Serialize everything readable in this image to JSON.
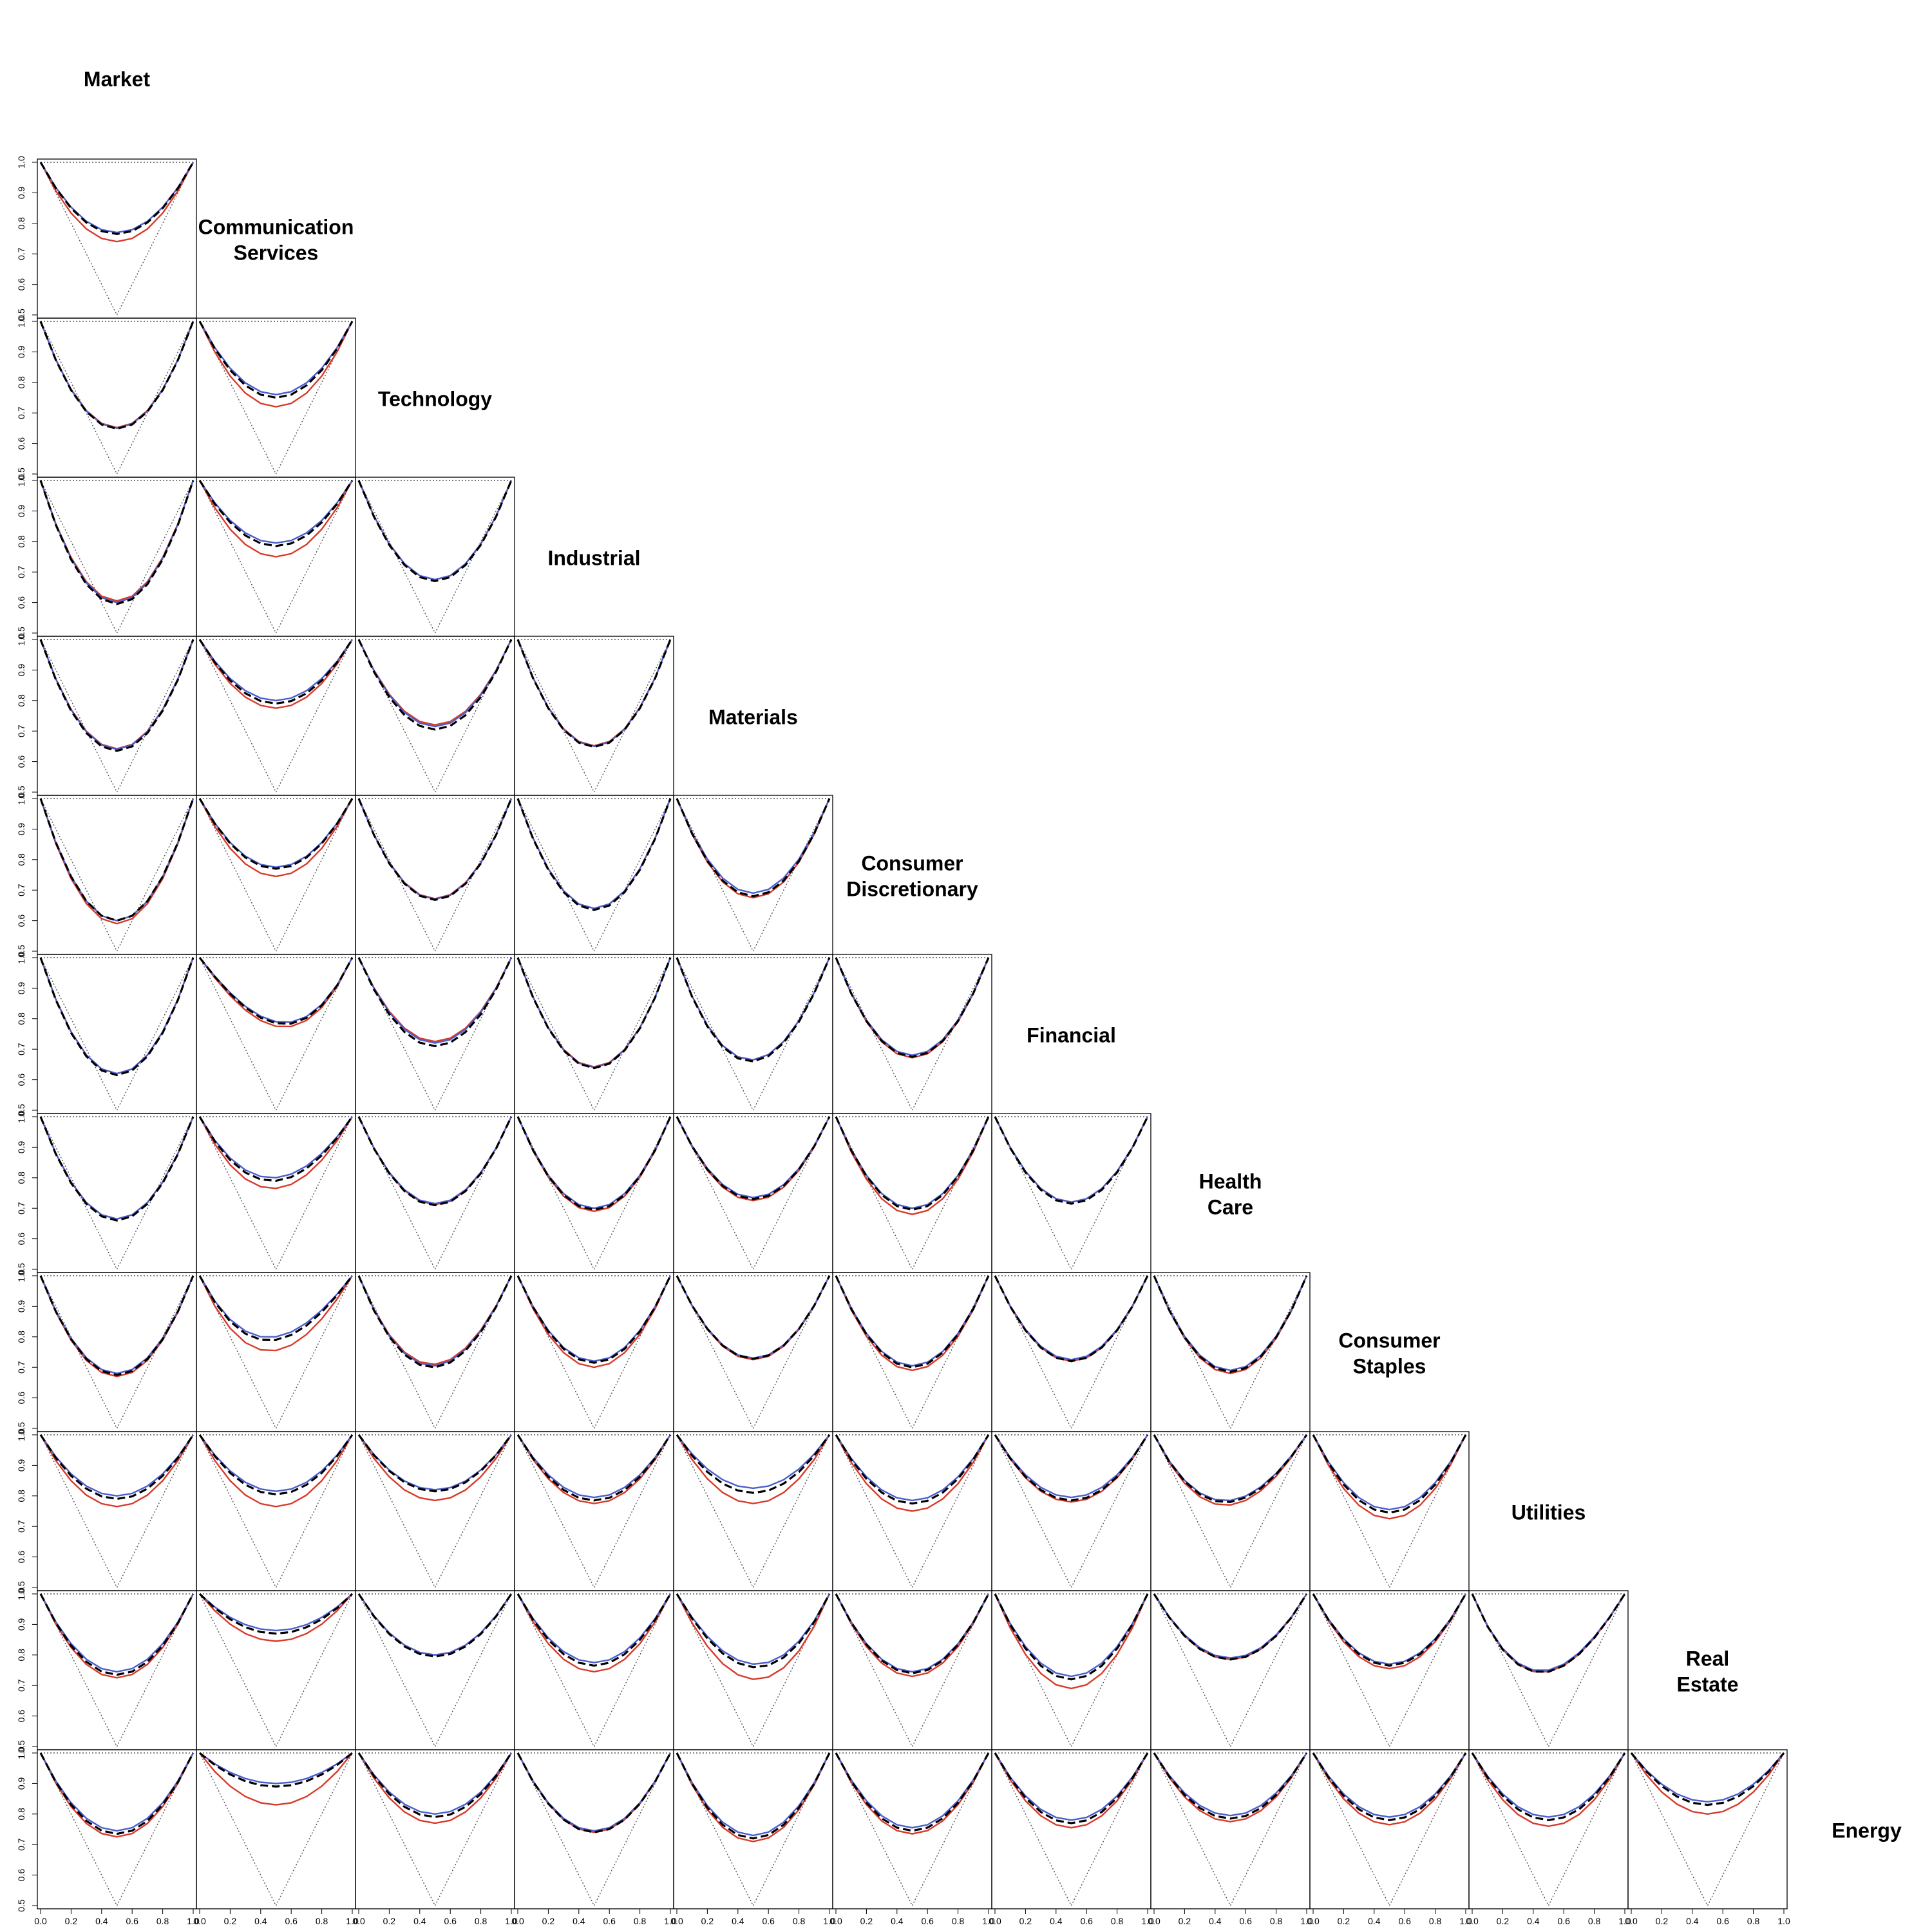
{
  "chart_data": {
    "type": "line",
    "layout": "lower-triangular pairs matrix",
    "sectors": [
      [
        "Market"
      ],
      [
        "Communication",
        "Services"
      ],
      [
        "Technology"
      ],
      [
        "Industrial"
      ],
      [
        "Materials"
      ],
      [
        "Consumer",
        "Discretionary"
      ],
      [
        "Financial"
      ],
      [
        "Health",
        "Care"
      ],
      [
        "Consumer",
        "Staples"
      ],
      [
        "Utilities"
      ],
      [
        "Real",
        "Estate"
      ],
      [
        "Energy"
      ]
    ],
    "xlim": [
      0,
      1
    ],
    "ylim": [
      0.5,
      1.0
    ],
    "x_ticks": [
      "0.0",
      "0.2",
      "0.4",
      "0.6",
      "0.8",
      "1.0"
    ],
    "y_ticks": [
      "0.5",
      "0.6",
      "0.7",
      "0.8",
      "0.9",
      "1.0"
    ],
    "x": [
      0.0,
      0.1,
      0.2,
      0.3,
      0.4,
      0.5,
      0.6,
      0.7,
      0.8,
      0.9,
      1.0
    ],
    "reference_lines": {
      "upper_bound": {
        "style": "dotted",
        "color": "#555555",
        "values": [
          1.0,
          1.0,
          1.0,
          1.0,
          1.0,
          1.0,
          1.0,
          1.0,
          1.0,
          1.0,
          1.0
        ]
      },
      "lower_bound": {
        "style": "dotted",
        "color": "#555555",
        "values": [
          1.0,
          0.9,
          0.8,
          0.7,
          0.6,
          0.5,
          0.6,
          0.7,
          0.8,
          0.9,
          1.0
        ]
      }
    },
    "series_styles": [
      {
        "key": "blue",
        "color": "#4a5ecc",
        "style": "solid"
      },
      {
        "key": "black",
        "color": "#000000",
        "style": "dashed"
      },
      {
        "key": "red",
        "color": "#d83a2a",
        "style": "solid"
      }
    ],
    "panels": [
      {
        "row": 1,
        "col": 0,
        "min": {
          "blue": 0.77,
          "black": 0.765,
          "red": 0.74
        },
        "skew": 0
      },
      {
        "row": 2,
        "col": 0,
        "min": {
          "blue": 0.65,
          "black": 0.648,
          "red": 0.652
        },
        "skew": 0
      },
      {
        "row": 2,
        "col": 1,
        "min": {
          "blue": 0.76,
          "black": 0.75,
          "red": 0.72
        },
        "skew": 0
      },
      {
        "row": 3,
        "col": 0,
        "min": {
          "blue": 0.6,
          "black": 0.595,
          "red": 0.605
        },
        "skew": 0
      },
      {
        "row": 3,
        "col": 1,
        "min": {
          "blue": 0.795,
          "black": 0.785,
          "red": 0.75
        },
        "skew": 0
      },
      {
        "row": 3,
        "col": 2,
        "min": {
          "blue": 0.675,
          "black": 0.67,
          "red": 0.675
        },
        "skew": 0
      },
      {
        "row": 4,
        "col": 0,
        "min": {
          "blue": 0.64,
          "black": 0.635,
          "red": 0.642
        },
        "skew": 0
      },
      {
        "row": 4,
        "col": 1,
        "min": {
          "blue": 0.8,
          "black": 0.79,
          "red": 0.775
        },
        "skew": 0
      },
      {
        "row": 4,
        "col": 2,
        "min": {
          "blue": 0.715,
          "black": 0.705,
          "red": 0.72
        },
        "skew": 0
      },
      {
        "row": 4,
        "col": 3,
        "min": {
          "blue": 0.65,
          "black": 0.648,
          "red": 0.652
        },
        "skew": 0
      },
      {
        "row": 5,
        "col": 0,
        "min": {
          "blue": 0.6,
          "black": 0.6,
          "red": 0.59
        },
        "skew": 0
      },
      {
        "row": 5,
        "col": 1,
        "min": {
          "blue": 0.775,
          "black": 0.77,
          "red": 0.745
        },
        "skew": 0
      },
      {
        "row": 5,
        "col": 2,
        "min": {
          "blue": 0.67,
          "black": 0.668,
          "red": 0.672
        },
        "skew": 0
      },
      {
        "row": 5,
        "col": 3,
        "min": {
          "blue": 0.64,
          "black": 0.635,
          "red": 0.64
        },
        "skew": 0
      },
      {
        "row": 5,
        "col": 4,
        "min": {
          "blue": 0.69,
          "black": 0.68,
          "red": 0.675
        },
        "skew": 0
      },
      {
        "row": 6,
        "col": 0,
        "min": {
          "blue": 0.62,
          "black": 0.615,
          "red": 0.62
        },
        "skew": 0
      },
      {
        "row": 6,
        "col": 1,
        "min": {
          "blue": 0.79,
          "black": 0.785,
          "red": 0.775
        },
        "skew": -0.05
      },
      {
        "row": 6,
        "col": 2,
        "min": {
          "blue": 0.72,
          "black": 0.71,
          "red": 0.725
        },
        "skew": 0
      },
      {
        "row": 6,
        "col": 3,
        "min": {
          "blue": 0.64,
          "black": 0.638,
          "red": 0.642
        },
        "skew": 0
      },
      {
        "row": 6,
        "col": 4,
        "min": {
          "blue": 0.665,
          "black": 0.66,
          "red": 0.665
        },
        "skew": 0.02
      },
      {
        "row": 6,
        "col": 5,
        "min": {
          "blue": 0.68,
          "black": 0.675,
          "red": 0.672
        },
        "skew": 0
      },
      {
        "row": 7,
        "col": 0,
        "min": {
          "blue": 0.665,
          "black": 0.66,
          "red": 0.665
        },
        "skew": 0
      },
      {
        "row": 7,
        "col": 1,
        "min": {
          "blue": 0.8,
          "black": 0.79,
          "red": 0.765
        },
        "skew": 0.02
      },
      {
        "row": 7,
        "col": 2,
        "min": {
          "blue": 0.715,
          "black": 0.71,
          "red": 0.712
        },
        "skew": 0
      },
      {
        "row": 7,
        "col": 3,
        "min": {
          "blue": 0.7,
          "black": 0.695,
          "red": 0.69
        },
        "skew": 0
      },
      {
        "row": 7,
        "col": 4,
        "min": {
          "blue": 0.735,
          "black": 0.73,
          "red": 0.725
        },
        "skew": 0
      },
      {
        "row": 7,
        "col": 5,
        "min": {
          "blue": 0.7,
          "black": 0.695,
          "red": 0.68
        },
        "skew": 0
      },
      {
        "row": 7,
        "col": 6,
        "min": {
          "blue": 0.72,
          "black": 0.715,
          "red": 0.72
        },
        "skew": 0
      },
      {
        "row": 8,
        "col": 0,
        "min": {
          "blue": 0.68,
          "black": 0.675,
          "red": 0.67
        },
        "skew": 0
      },
      {
        "row": 8,
        "col": 1,
        "min": {
          "blue": 0.8,
          "black": 0.79,
          "red": 0.755
        },
        "skew": 0.04
      },
      {
        "row": 8,
        "col": 2,
        "min": {
          "blue": 0.705,
          "black": 0.7,
          "red": 0.71
        },
        "skew": 0.02
      },
      {
        "row": 8,
        "col": 3,
        "min": {
          "blue": 0.72,
          "black": 0.715,
          "red": 0.7
        },
        "skew": 0
      },
      {
        "row": 8,
        "col": 4,
        "min": {
          "blue": 0.73,
          "black": 0.728,
          "red": 0.725
        },
        "skew": 0
      },
      {
        "row": 8,
        "col": 5,
        "min": {
          "blue": 0.705,
          "black": 0.7,
          "red": 0.69
        },
        "skew": 0
      },
      {
        "row": 8,
        "col": 6,
        "min": {
          "blue": 0.725,
          "black": 0.72,
          "red": 0.72
        },
        "skew": 0
      },
      {
        "row": 8,
        "col": 7,
        "min": {
          "blue": 0.69,
          "black": 0.685,
          "red": 0.68
        },
        "skew": 0
      },
      {
        "row": 9,
        "col": 0,
        "min": {
          "blue": 0.8,
          "black": 0.79,
          "red": 0.765
        },
        "skew": 0
      },
      {
        "row": 9,
        "col": 1,
        "min": {
          "blue": 0.815,
          "black": 0.805,
          "red": 0.765
        },
        "skew": 0
      },
      {
        "row": 9,
        "col": 2,
        "min": {
          "blue": 0.82,
          "black": 0.815,
          "red": 0.785
        },
        "skew": 0
      },
      {
        "row": 9,
        "col": 3,
        "min": {
          "blue": 0.795,
          "black": 0.785,
          "red": 0.775
        },
        "skew": 0
      },
      {
        "row": 9,
        "col": 4,
        "min": {
          "blue": 0.825,
          "black": 0.81,
          "red": 0.775
        },
        "skew": 0
      },
      {
        "row": 9,
        "col": 5,
        "min": {
          "blue": 0.785,
          "black": 0.775,
          "red": 0.75
        },
        "skew": 0
      },
      {
        "row": 9,
        "col": 6,
        "min": {
          "blue": 0.795,
          "black": 0.785,
          "red": 0.78
        },
        "skew": 0
      },
      {
        "row": 9,
        "col": 7,
        "min": {
          "blue": 0.785,
          "black": 0.78,
          "red": 0.77
        },
        "skew": 0.03
      },
      {
        "row": 9,
        "col": 8,
        "min": {
          "blue": 0.755,
          "black": 0.745,
          "red": 0.725
        },
        "skew": 0
      },
      {
        "row": 10,
        "col": 0,
        "min": {
          "blue": 0.745,
          "black": 0.735,
          "red": 0.725
        },
        "skew": 0
      },
      {
        "row": 10,
        "col": 1,
        "min": {
          "blue": 0.88,
          "black": 0.87,
          "red": 0.845
        },
        "skew": 0
      },
      {
        "row": 10,
        "col": 2,
        "min": {
          "blue": 0.8,
          "black": 0.795,
          "red": 0.8
        },
        "skew": 0
      },
      {
        "row": 10,
        "col": 3,
        "min": {
          "blue": 0.775,
          "black": 0.765,
          "red": 0.745
        },
        "skew": 0
      },
      {
        "row": 10,
        "col": 4,
        "min": {
          "blue": 0.77,
          "black": 0.76,
          "red": 0.72
        },
        "skew": -0.02
      },
      {
        "row": 10,
        "col": 5,
        "min": {
          "blue": 0.745,
          "black": 0.74,
          "red": 0.73
        },
        "skew": 0
      },
      {
        "row": 10,
        "col": 6,
        "min": {
          "blue": 0.73,
          "black": 0.72,
          "red": 0.69
        },
        "skew": 0
      },
      {
        "row": 10,
        "col": 7,
        "min": {
          "blue": 0.79,
          "black": 0.785,
          "red": 0.785
        },
        "skew": 0
      },
      {
        "row": 10,
        "col": 8,
        "min": {
          "blue": 0.77,
          "black": 0.765,
          "red": 0.755
        },
        "skew": 0
      },
      {
        "row": 10,
        "col": 9,
        "min": {
          "blue": 0.75,
          "black": 0.745,
          "red": 0.745
        },
        "skew": 0.05
      },
      {
        "row": 11,
        "col": 0,
        "min": {
          "blue": 0.745,
          "black": 0.735,
          "red": 0.725
        },
        "skew": 0
      },
      {
        "row": 11,
        "col": 1,
        "min": {
          "blue": 0.9,
          "black": 0.89,
          "red": 0.83
        },
        "skew": 0
      },
      {
        "row": 11,
        "col": 2,
        "min": {
          "blue": 0.8,
          "black": 0.79,
          "red": 0.77
        },
        "skew": 0
      },
      {
        "row": 11,
        "col": 3,
        "min": {
          "blue": 0.745,
          "black": 0.74,
          "red": 0.74
        },
        "skew": 0
      },
      {
        "row": 11,
        "col": 4,
        "min": {
          "blue": 0.73,
          "black": 0.72,
          "red": 0.71
        },
        "skew": 0
      },
      {
        "row": 11,
        "col": 5,
        "min": {
          "blue": 0.755,
          "black": 0.745,
          "red": 0.735
        },
        "skew": 0
      },
      {
        "row": 11,
        "col": 6,
        "min": {
          "blue": 0.78,
          "black": 0.77,
          "red": 0.755
        },
        "skew": 0
      },
      {
        "row": 11,
        "col": 7,
        "min": {
          "blue": 0.795,
          "black": 0.785,
          "red": 0.775
        },
        "skew": 0
      },
      {
        "row": 11,
        "col": 8,
        "min": {
          "blue": 0.79,
          "black": 0.78,
          "red": 0.765
        },
        "skew": 0
      },
      {
        "row": 11,
        "col": 9,
        "min": {
          "blue": 0.79,
          "black": 0.78,
          "red": 0.76
        },
        "skew": 0
      },
      {
        "row": 11,
        "col": 10,
        "min": {
          "blue": 0.84,
          "black": 0.83,
          "red": 0.8
        },
        "skew": 0
      }
    ]
  }
}
